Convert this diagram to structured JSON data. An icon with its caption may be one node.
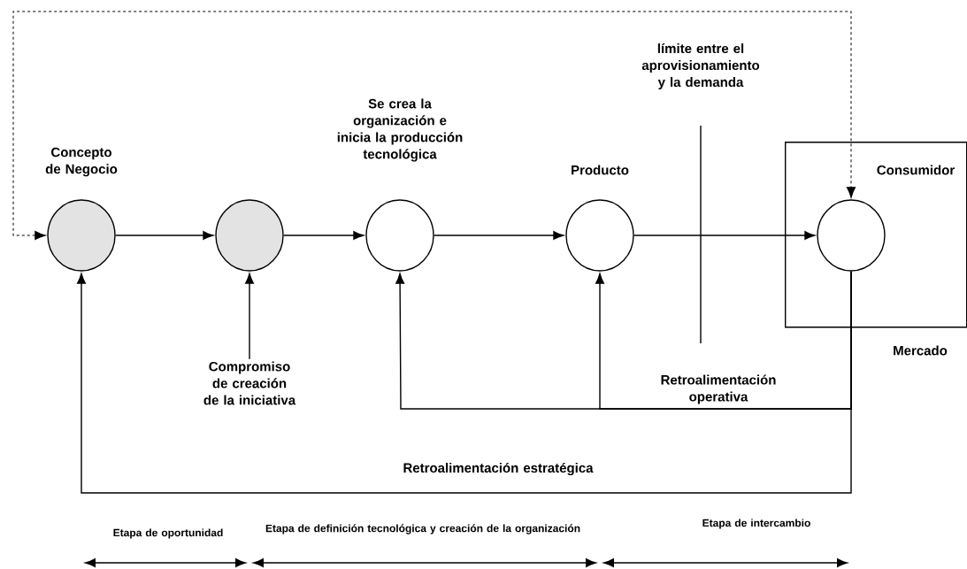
{
  "diagram": {
    "nodes": [
      {
        "text": [
          "Concepto de Negocio"
        ]
      },
      {
        "text": [],
        "shape": "circle"
      },
      {
        "text": [
          "Se crea la organización e inicia la producción tecnológica"
        ]
      },
      {
        "text": [
          "Producto"
        ]
      },
      {
        "text": [
          "Mercado"
        ]
      },
      {
        "text": [
          "Consumidor"
        ],
        "in": 4
      },
      {
        "text": [
          "Compromiso de creación de la iniciativa"
        ]
      }
    ],
    "edges": [
      {
        "from": 0,
        "to": 1,
        "arrow": "to"
      },
      {
        "from": 1,
        "to": 2,
        "arrow": "to"
      },
      {
        "from": 2,
        "to": 3,
        "arrow": "to"
      },
      {
        "from": 3,
        "to": 5,
        "arrow": "to"
      },
      {
        "from": 6,
        "to": 1,
        "arrow": "to"
      },
      {
        "from": 5,
        "to": 2,
        "arrow": "to",
        "label": "Retroalimentación operativa"
      },
      {
        "from": 5,
        "to": 3,
        "arrow": "to"
      },
      {
        "from": 5,
        "to": 0,
        "arrow": "to",
        "label": "Retroalimentación estratégica"
      },
      {
        "from": 0,
        "to": 5,
        "arrow": "both",
        "style": "dashed"
      }
    ],
    "labels": [
      "límite entre el aprovisionamiento y la demanda",
      "Etapa de oportunidad",
      "Etapa de definición tecnológica y creación de la organización",
      "Etapa de intercambio"
    ]
  }
}
